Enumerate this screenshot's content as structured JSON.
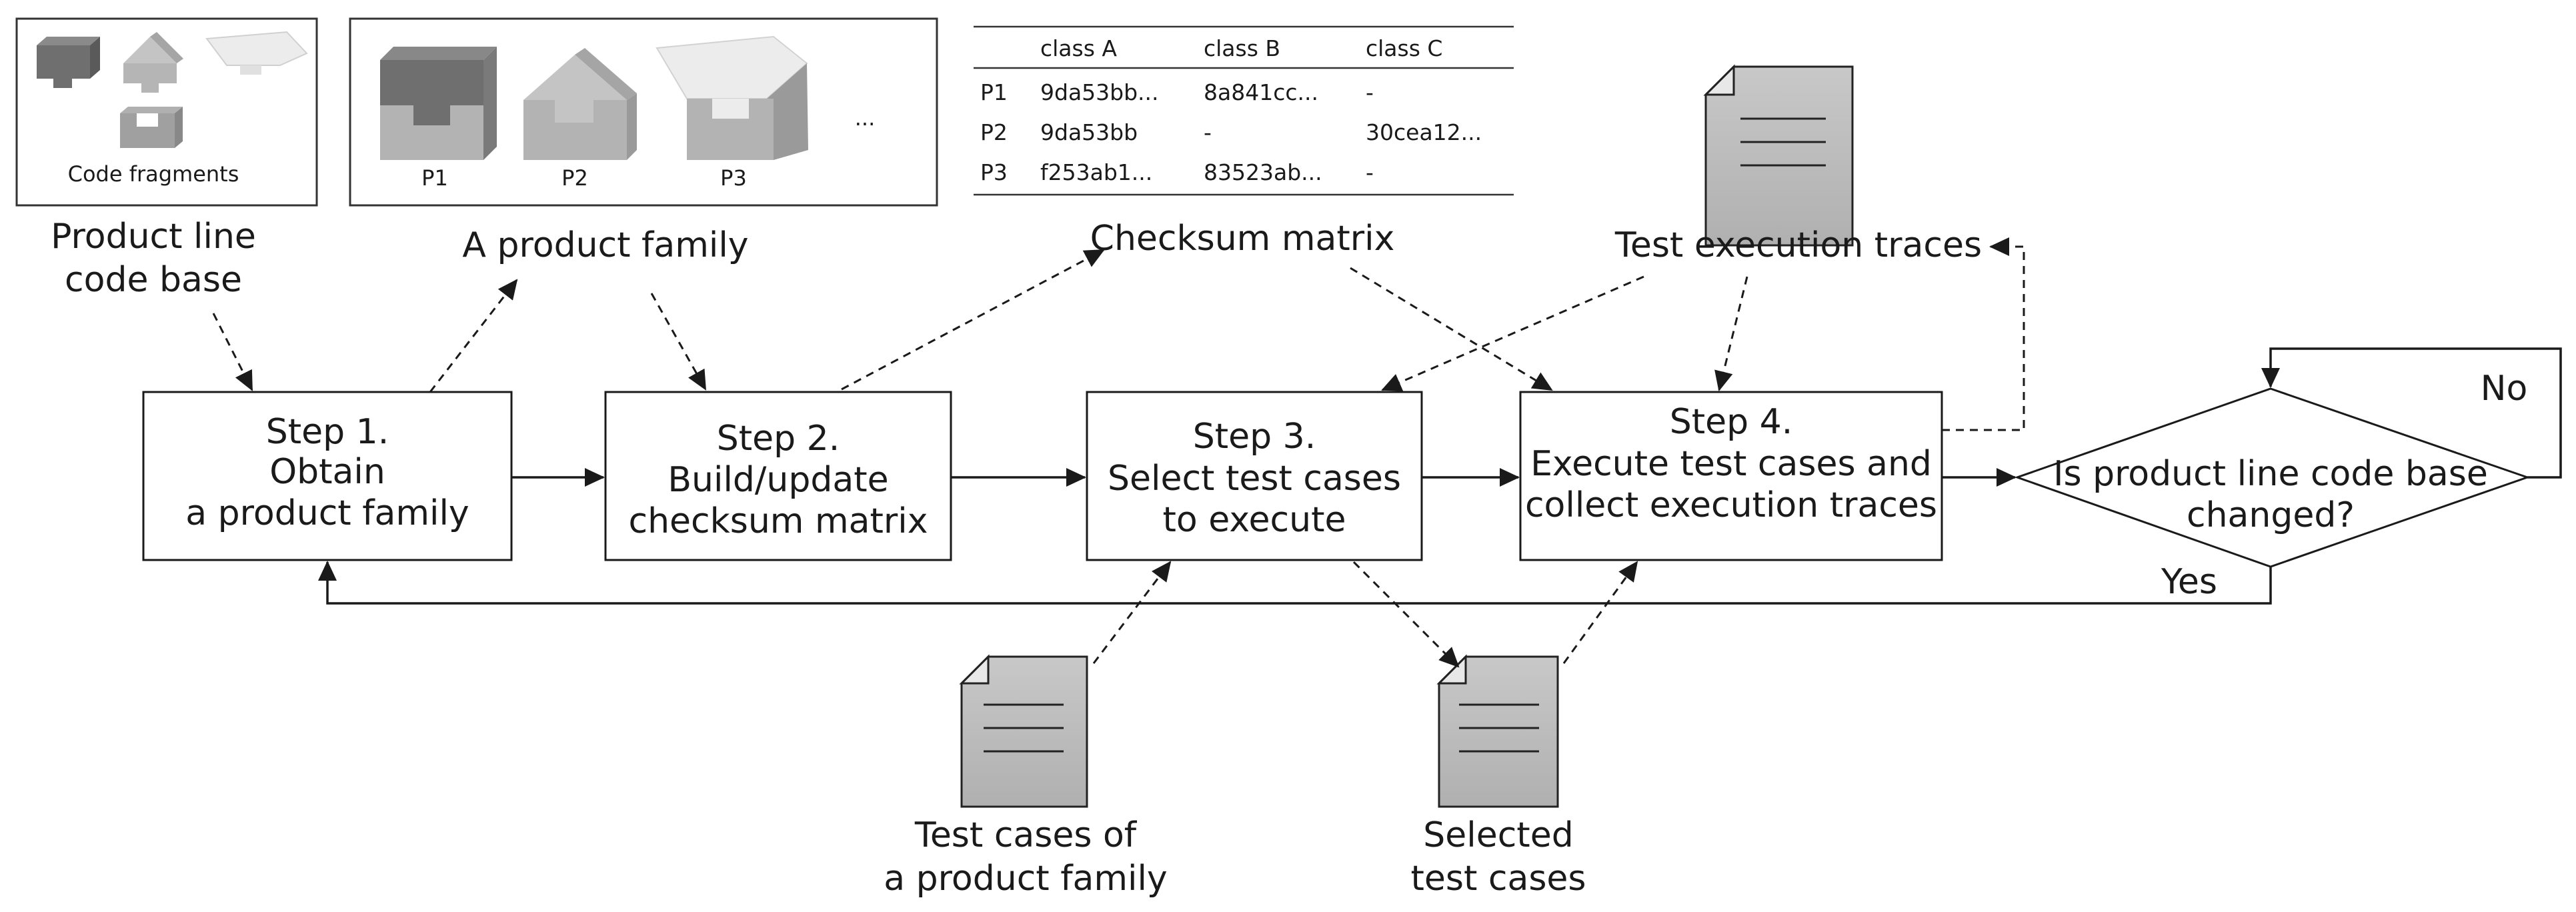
{
  "code_base_panel": {
    "caption": "Code fragments"
  },
  "product_panel": {
    "labels": [
      "P1",
      "P2",
      "P3"
    ],
    "ellipsis": "..."
  },
  "checksum_table": {
    "headers": [
      "",
      "class A",
      "class B",
      "class C"
    ],
    "rows": [
      [
        "P1",
        "9da53bb...",
        "8a841cc...",
        "-"
      ],
      [
        "P2",
        "9da53bb",
        "-",
        "30cea12..."
      ],
      [
        "P3",
        "f253ab1...",
        "83523ab...",
        "-"
      ]
    ]
  },
  "artifacts": {
    "code_base": [
      "Product line",
      "code base"
    ],
    "product_family": "A product family",
    "checksum_matrix": "Checksum matrix",
    "test_traces": "Test execution traces",
    "test_cases": [
      "Test cases of",
      "a product family"
    ],
    "selected_tests": [
      "Selected",
      "test cases"
    ]
  },
  "steps": [
    {
      "title": "Step 1.",
      "lines": [
        "Obtain",
        "a product family"
      ]
    },
    {
      "title": "Step 2.",
      "lines": [
        "Build/update",
        "checksum matrix"
      ]
    },
    {
      "title": "Step 3.",
      "lines": [
        "Select test cases",
        "to execute"
      ]
    },
    {
      "title": "Step 4.",
      "lines": [
        "Execute test cases and",
        "collect execution traces"
      ]
    }
  ],
  "decision": {
    "lines": [
      "Is product line code base",
      "changed?"
    ],
    "no_label": "No",
    "yes_label": "Yes"
  }
}
